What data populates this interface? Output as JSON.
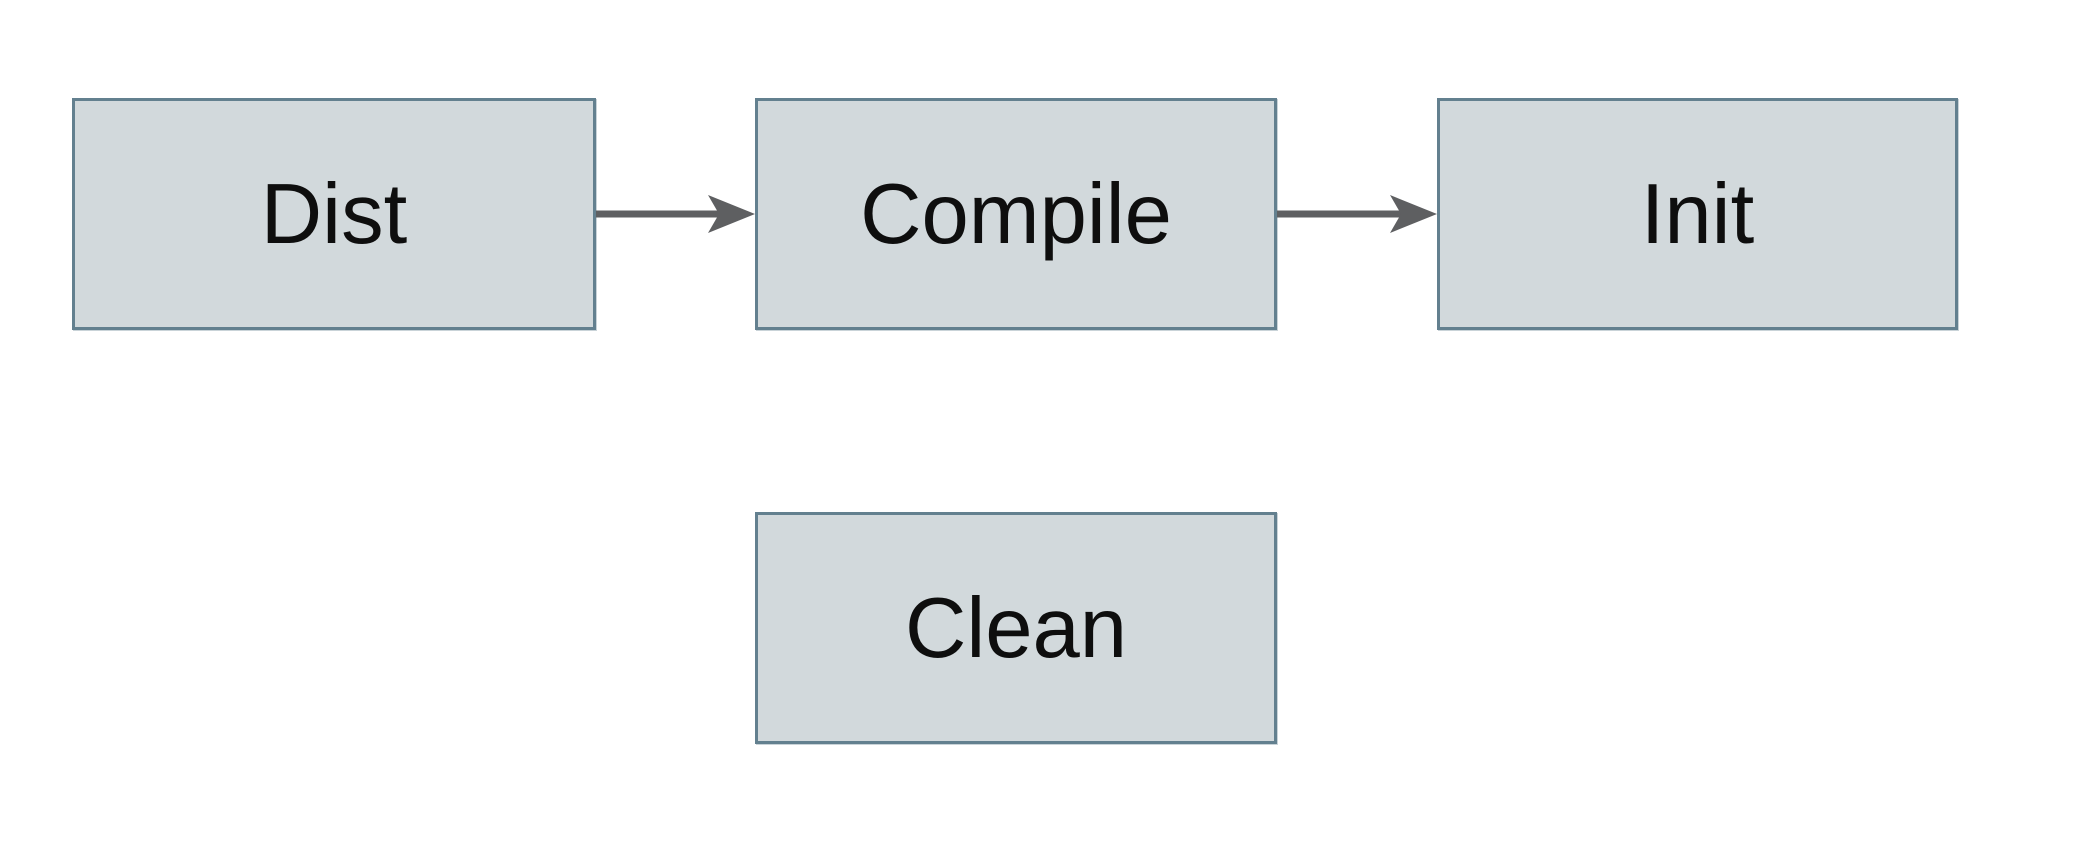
{
  "diagram": {
    "type": "flowchart",
    "nodes": [
      {
        "id": "dist",
        "label": "Dist"
      },
      {
        "id": "compile",
        "label": "Compile"
      },
      {
        "id": "init",
        "label": "Init"
      },
      {
        "id": "clean",
        "label": "Clean"
      }
    ],
    "edges": [
      {
        "from": "dist",
        "to": "compile",
        "style": "solid-arrow"
      },
      {
        "from": "compile",
        "to": "init",
        "style": "solid-arrow"
      }
    ]
  },
  "colors": {
    "canvas_bg": "#ffffff",
    "node_fill": "#d2d9dc",
    "node_border": "#63808f",
    "node_text": "#0e0e0e",
    "arrow": "#5e5f61"
  }
}
